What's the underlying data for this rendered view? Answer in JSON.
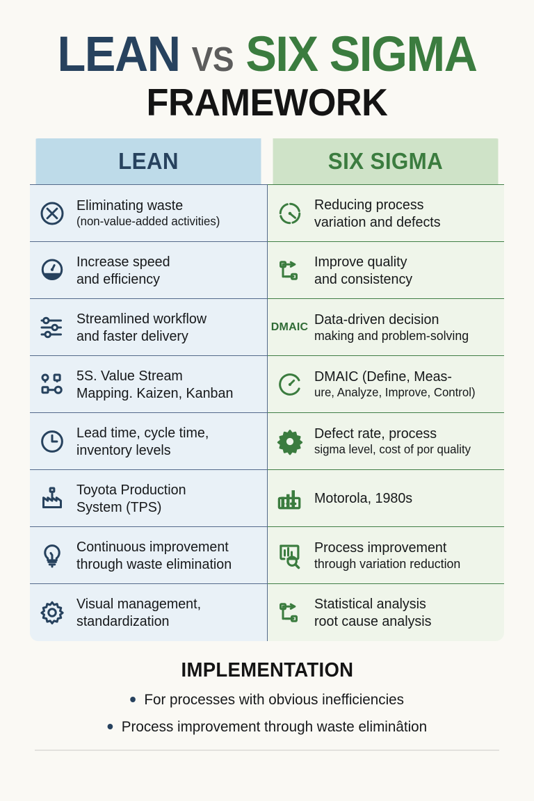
{
  "title": {
    "lean": "LEAN",
    "vs": "VS",
    "six_sigma": "SIX SIGMA",
    "subtitle": "FRAMEWORK"
  },
  "colors": {
    "background": "#faf9f4",
    "lean_navy": "#27425e",
    "vs_gray": "#5c5c5c",
    "six_green": "#3b7c3f",
    "subtitle_black": "#141414",
    "header_blue": "#bedbe9",
    "header_green": "#cfe3c8",
    "cell_blue": "#e9f1f7",
    "cell_green": "#eff5ea",
    "border_blue": "#53698a",
    "border_green": "#3f7d45",
    "rule_gray": "#e2e1dd"
  },
  "table": {
    "headers": {
      "lean": "LEAN",
      "six_sigma": "SIX SIGMA"
    },
    "rows": [
      {
        "lean": {
          "icon": "circle-x-icon",
          "lines": [
            "Eliminating waste",
            "(non-value-added activities)"
          ],
          "small": [
            false,
            true
          ]
        },
        "six": {
          "icon": "clock-gauge-icon",
          "lines": [
            "Reducing process",
            "variation and defects"
          ],
          "small": [
            false,
            false
          ]
        }
      },
      {
        "lean": {
          "icon": "speedometer-icon",
          "lines": [
            "Increase speed",
            "and efficiency"
          ],
          "small": [
            false,
            false
          ]
        },
        "six": {
          "icon": "flow-arrows-icon",
          "lines": [
            "Improve quality",
            "and consistency"
          ],
          "small": [
            false,
            false
          ]
        }
      },
      {
        "lean": {
          "icon": "sliders-icon",
          "lines": [
            "Streamlined workflow",
            "and faster delivery"
          ],
          "small": [
            false,
            false
          ]
        },
        "six": {
          "icon": "dmaic-text-icon",
          "icon_text": "DMAIC",
          "lines": [
            "Data-driven decision",
            "making and problem-solving"
          ],
          "small": [
            false,
            true
          ]
        }
      },
      {
        "lean": {
          "icon": "node-network-icon",
          "lines": [
            "5S. Value Stream",
            "Mapping. Kaizen, Kanban"
          ],
          "small": [
            false,
            false
          ]
        },
        "six": {
          "icon": "gauge-dial-icon",
          "lines": [
            "DMAIC (Define, Meas-",
            "ure, Analyze, Improve, Control)"
          ],
          "small": [
            false,
            true
          ]
        }
      },
      {
        "lean": {
          "icon": "clock-icon",
          "lines": [
            "Lead time, cycle time,",
            "inventory levels"
          ],
          "small": [
            false,
            false
          ]
        },
        "six": {
          "icon": "gear-solid-icon",
          "lines": [
            "Defect rate, process",
            "sigma level, cost of por quality"
          ],
          "small": [
            false,
            true
          ]
        }
      },
      {
        "lean": {
          "icon": "factory-outline-icon",
          "lines": [
            "Toyota Production",
            "System (TPS)"
          ],
          "small": [
            false,
            false
          ]
        },
        "six": {
          "icon": "factory-icon",
          "lines": [
            "Motorola, 1980s"
          ],
          "small": [
            false
          ]
        }
      },
      {
        "lean": {
          "icon": "lightbulb-icon",
          "lines": [
            "Continuous improvement",
            "through waste elimination"
          ],
          "small": [
            false,
            false
          ]
        },
        "six": {
          "icon": "chart-search-icon",
          "lines": [
            "Process improvement",
            "through variation reduction"
          ],
          "small": [
            false,
            true
          ]
        }
      },
      {
        "lean": {
          "icon": "settings-gear-icon",
          "lines": [
            "Visual management,",
            "standardization"
          ],
          "small": [
            false,
            false
          ]
        },
        "six": {
          "icon": "flow-arrows-icon",
          "lines": [
            "Statistical analysis",
            "root cause analysis"
          ],
          "small": [
            false,
            false
          ]
        }
      }
    ]
  },
  "implementation": {
    "title": "IMPLEMENTATION",
    "items": [
      "For processes with obvious inefficiencies",
      "Process improvement through waste eliminâtion"
    ]
  }
}
